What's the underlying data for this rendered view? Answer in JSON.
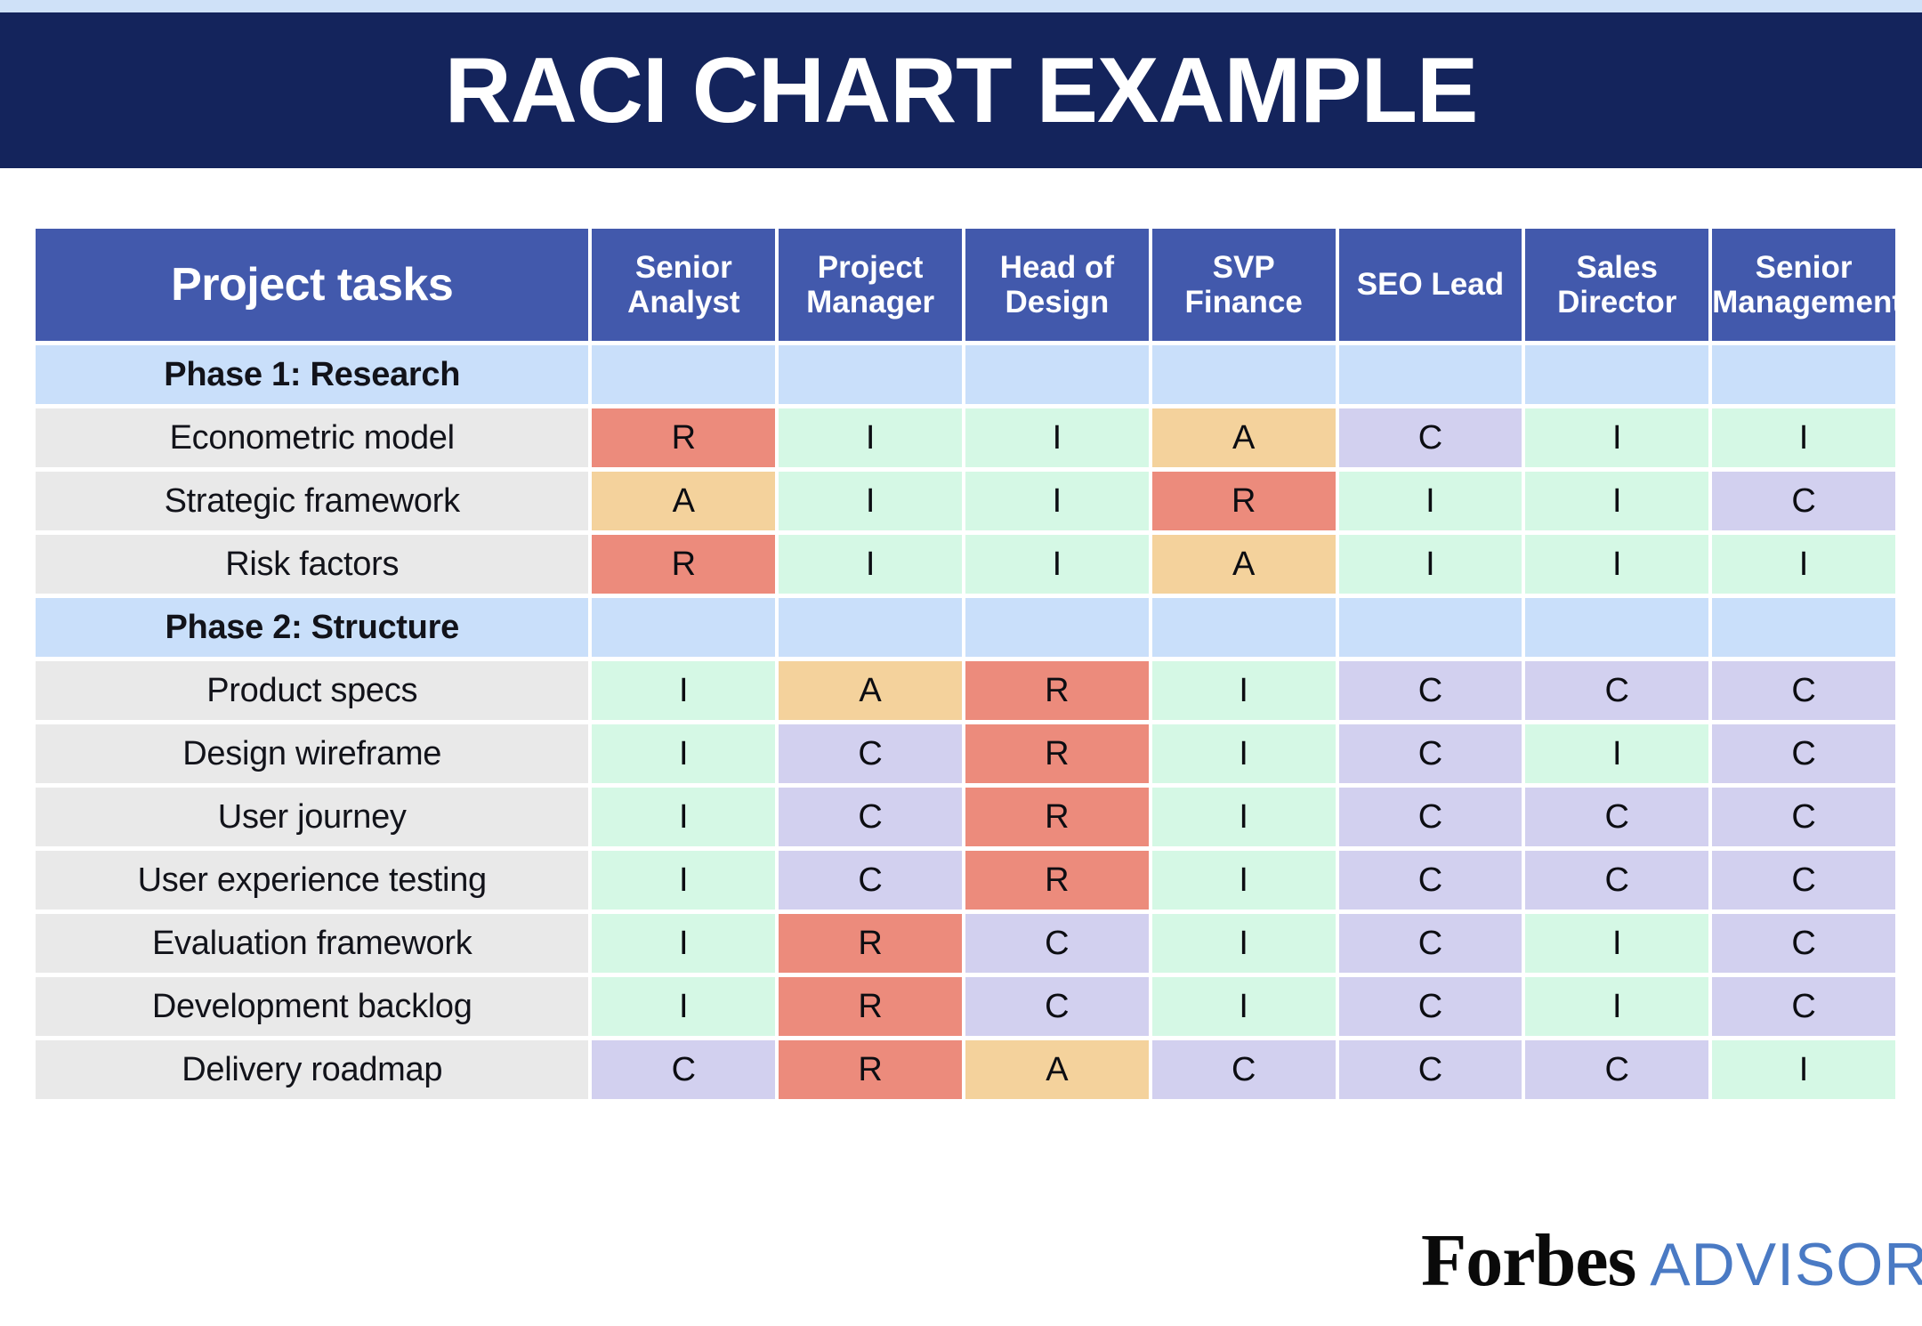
{
  "banner": {
    "title": "RACI CHART EXAMPLE",
    "background_color": "#14245c",
    "text_color": "#ffffff",
    "top_strip_color": "#cfe1f8"
  },
  "legend_colors": {
    "header": "#4259ac",
    "phase_row": "#c9dffa",
    "task_row": "#e9e9e9",
    "R": "#ec8b7c",
    "A": "#f4d29c",
    "C": "#d2d0ef",
    "I": "#d5f8e5"
  },
  "chart_data": {
    "type": "table",
    "title": "RACI CHART EXAMPLE",
    "xlabel": "",
    "ylabel": "",
    "columns": [
      "Project tasks",
      "Senior Analyst",
      "Project Manager",
      "Head of Design",
      "SVP Finance",
      "SEO Lead",
      "Sales Director",
      "Senior Management"
    ],
    "rows": [
      {
        "type": "phase",
        "label": "Phase 1: Research",
        "values": [
          "",
          "",
          "",
          "",
          "",
          "",
          ""
        ]
      },
      {
        "type": "task",
        "label": "Econometric model",
        "values": [
          "R",
          "I",
          "I",
          "A",
          "C",
          "I",
          "I"
        ]
      },
      {
        "type": "task",
        "label": "Strategic framework",
        "values": [
          "A",
          "I",
          "I",
          "R",
          "I",
          "I",
          "C"
        ]
      },
      {
        "type": "task",
        "label": "Risk factors",
        "values": [
          "R",
          "I",
          "I",
          "A",
          "I",
          "I",
          "I"
        ]
      },
      {
        "type": "phase",
        "label": "Phase 2: Structure",
        "values": [
          "",
          "",
          "",
          "",
          "",
          "",
          ""
        ]
      },
      {
        "type": "task",
        "label": "Product specs",
        "values": [
          "I",
          "A",
          "R",
          "I",
          "C",
          "C",
          "C"
        ]
      },
      {
        "type": "task",
        "label": "Design wireframe",
        "values": [
          "I",
          "C",
          "R",
          "I",
          "C",
          "I",
          "C"
        ]
      },
      {
        "type": "task",
        "label": "User journey",
        "values": [
          "I",
          "C",
          "R",
          "I",
          "C",
          "C",
          "C"
        ]
      },
      {
        "type": "task",
        "label": "User experience testing",
        "values": [
          "I",
          "C",
          "R",
          "I",
          "C",
          "C",
          "C"
        ]
      },
      {
        "type": "task",
        "label": "Evaluation framework",
        "values": [
          "I",
          "R",
          "C",
          "I",
          "C",
          "I",
          "C"
        ]
      },
      {
        "type": "task",
        "label": "Development backlog",
        "values": [
          "I",
          "R",
          "C",
          "I",
          "C",
          "I",
          "C"
        ]
      },
      {
        "type": "task",
        "label": "Delivery roadmap",
        "values": [
          "C",
          "R",
          "A",
          "C",
          "C",
          "C",
          "I"
        ]
      }
    ]
  },
  "logo": {
    "brand": "Forbes",
    "product": "ADVISOR",
    "brand_color": "#0a0a0a",
    "product_color": "#4a7ac4"
  }
}
